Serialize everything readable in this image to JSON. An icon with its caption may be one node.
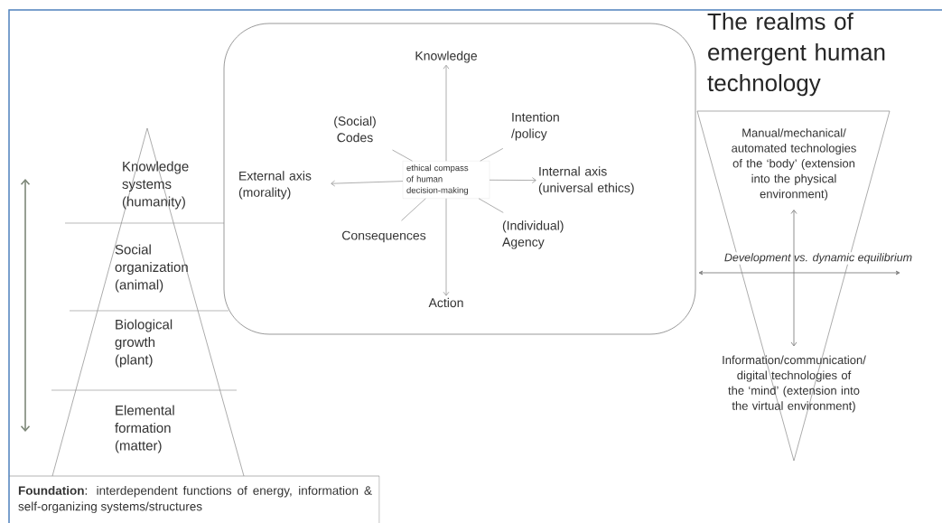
{
  "diagram": {
    "title": "The realms of emergent human technology",
    "nodes": [
      {
        "text": [],
        "shape": "box"
      },
      {
        "text": [
          "ethical compass of human decision-making"
        ],
        "in": 0
      },
      {
        "text": [
          "Knowledge"
        ],
        "in": 0
      },
      {
        "text": [
          "Action"
        ],
        "in": 0
      },
      {
        "text": [
          "External axis (morality)"
        ],
        "in": 0
      },
      {
        "text": [
          "Internal axis (universal ethics)"
        ],
        "in": 0
      },
      {
        "text": [
          "(Social) Codes"
        ],
        "in": 0
      },
      {
        "text": [
          "Intention /policy"
        ],
        "in": 0
      },
      {
        "text": [
          "Consequences"
        ],
        "in": 0
      },
      {
        "text": [
          "(Individual) Agency"
        ],
        "in": 0
      },
      {
        "text": [
          "Knowledge systems (humanity)"
        ]
      },
      {
        "text": [
          "Social organization (animal)"
        ]
      },
      {
        "text": [
          "Biological growth (plant)"
        ]
      },
      {
        "text": [
          "Elemental formation (matter)"
        ]
      },
      {
        "text": [
          "**Foundation**: interdependent functions of energy, information & self-organizing systems/structures"
        ]
      },
      {
        "text": [
          "Manual/mechanical/ automated technologies of the ‘body’ (extension into the physical environment)"
        ]
      },
      {
        "text": [
          "Information/communication/ digital technologies of the ‘mind’ (extension into the virtual environment)"
        ]
      }
    ],
    "edges": [
      {
        "from": 1,
        "to": 2,
        "arrow": "to"
      },
      {
        "from": 1,
        "to": 3,
        "arrow": "to"
      },
      {
        "from": 1,
        "to": 4,
        "arrow": "to"
      },
      {
        "from": 1,
        "to": 5,
        "arrow": "to"
      },
      {
        "from": 1,
        "to": 6,
        "arrow": "none"
      },
      {
        "from": 1,
        "to": 7,
        "arrow": "none"
      },
      {
        "from": 1,
        "to": 8,
        "arrow": "none"
      },
      {
        "from": 1,
        "to": 9,
        "arrow": "none"
      },
      {
        "from": 15,
        "to": 16,
        "arrow": "both"
      }
    ],
    "labels": [
      "Development vs. dynamic equilibrium"
    ]
  }
}
